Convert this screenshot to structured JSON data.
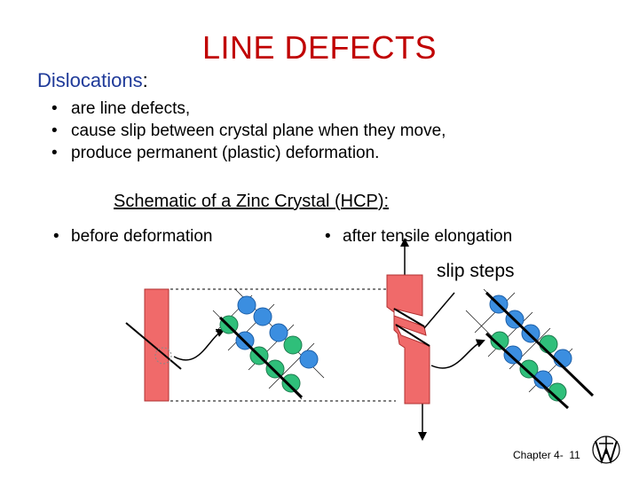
{
  "title": "LINE DEFECTS",
  "heading": {
    "text": "Dislocations",
    "colon": ":"
  },
  "bullets": [
    "are line defects,",
    "cause slip between crystal plane when they move,",
    "produce permanent (plastic) deformation."
  ],
  "schematic": {
    "title": "Schematic of a Zinc Crystal (HCP):",
    "before_label": "before deformation",
    "after_label": "after tensile elongation",
    "slip_label": "slip steps"
  },
  "footer": {
    "chapter": "Chapter 4-",
    "page": "11"
  },
  "colors": {
    "title": "#c00000",
    "heading": "#1f3a99",
    "crystal_bar": "#f06a6a",
    "atom_blue": "#3b8ee0",
    "atom_green": "#2fbf7a"
  },
  "icons": [
    "curved-arrow-icon",
    "tensile-arrow-icon",
    "logo-icon"
  ]
}
